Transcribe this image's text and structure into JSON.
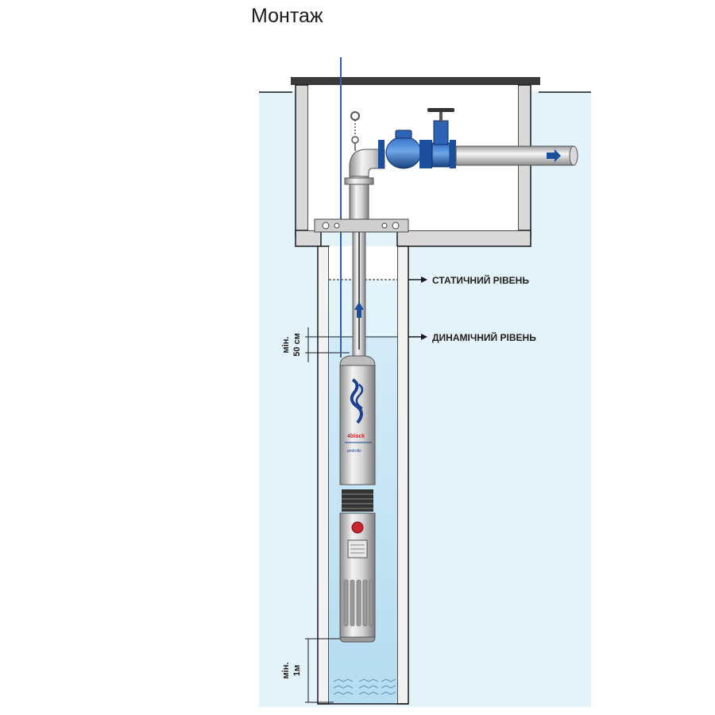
{
  "title": "Монтаж",
  "labels": {
    "static_level": "СТАТИЧНИЙ РІВЕНЬ",
    "dynamic_level": "ДИНАМІЧНИЙ РІВЕНЬ",
    "min_50cm_line1": "мін.",
    "min_50cm_line2": "50 см",
    "min_1m_line1": "мін.",
    "min_1m_line2": "1м"
  },
  "pump": {
    "brand_line1": "4block",
    "brand_line2": "pedrollo"
  },
  "colors": {
    "pipe_blue": "#1b4f9c",
    "water": "#c7e6f5",
    "ground": "#dbeef8",
    "concrete": "#d9d9d9"
  }
}
